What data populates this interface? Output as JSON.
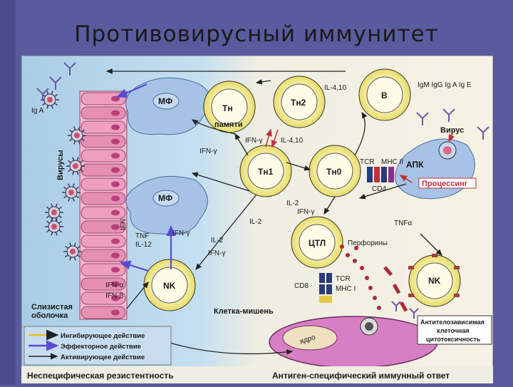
{
  "title": "Противовирусный иммунитет",
  "cells": {
    "th_memory": "Тн",
    "th_memory_sub": "памяти",
    "th2": "Тн2",
    "b": "В",
    "th1": "Тн1",
    "th0": "Тн0",
    "apc": "АПК",
    "mf_top": "МФ",
    "mf_mid": "МФ",
    "nk_left": "NK",
    "nk_right": "NK",
    "ctl": "ЦТЛ",
    "nucleus": "ядро"
  },
  "labels": {
    "iga_left": "Ig A",
    "viruses_vertical": "Вирусы",
    "il410_top": "IL-4,10",
    "ig_classes": "IgM  IgG  Ig A  Ig E",
    "virus": "Вирус",
    "ifn_gamma_a": "IFN-γ",
    "ifn_gamma_b": "IFN-γ",
    "il410_mid": "IL-4,10",
    "tcr_top": "TCR",
    "mhc2": "MHC II",
    "cd4": "CD4",
    "processing": "Процессинг",
    "ifn_vertical": "IFN",
    "il2_a": "IL-2",
    "ifn_gamma_c": "IFN-γ",
    "il2_b": "IL-2",
    "tnf": "TNF",
    "il12": "IL-12",
    "ifn_gamma_d": "IFN-γ",
    "il2_c": "IL-2",
    "ifn_gamma_e": "IFN-γ",
    "tnf_alpha": "TNFα",
    "perforins": "Перфорины",
    "ifn_alpha": "IFN-α",
    "ifn_beta": "IFN-β",
    "cd8": "CD8",
    "tcr_bottom": "TCR",
    "mhc1": "MHC I",
    "mucosa_1": "Слизистая",
    "mucosa_2": "оболочка",
    "target_cell": "Клетка-мишень",
    "adcc_1": "Антителозависимая",
    "adcc_2": "клеточная",
    "adcc_3": "цитотоксичность"
  },
  "legend": {
    "inhibit": "Ингибирующее действие",
    "effector": "Эффекторное действие",
    "activate": "Активирующее действие",
    "inhibit_color": "#e8c020",
    "effector_color": "#5a4bd0",
    "activate_color": "#222222"
  },
  "footer": {
    "left": "Неспецифическая резистентность",
    "right": "Антиген-специфический иммунный ответ"
  },
  "colors": {
    "left_bg": "#a9cde6",
    "right_bg": "#f6f2e4",
    "cell_yellow": "#f2ea8c",
    "target_cell": "#d77fc4",
    "epithelium": "#e58fb3"
  }
}
